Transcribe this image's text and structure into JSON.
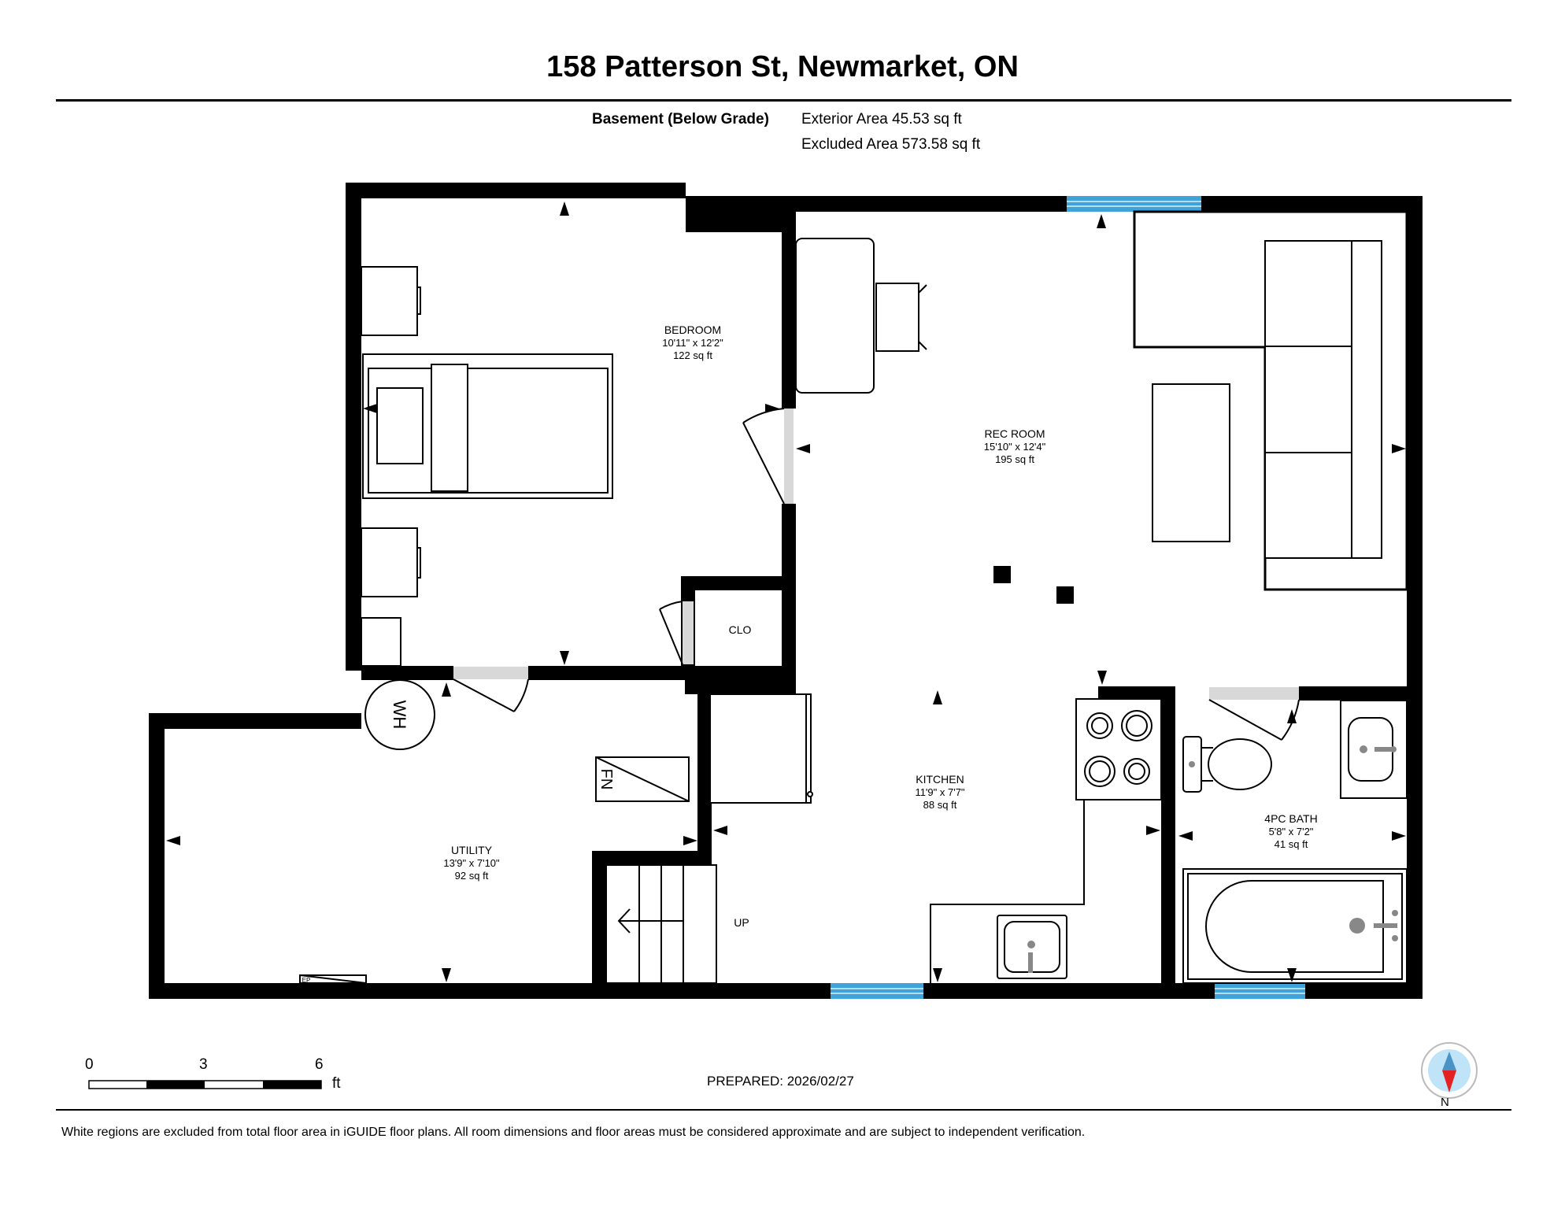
{
  "title": "158 Patterson St, Newmarket, ON",
  "level_label": "Basement (Below Grade)",
  "exterior_area": "Exterior Area 45.53 sq ft",
  "excluded_area": "Excluded Area 573.58 sq ft",
  "rooms": {
    "bedroom": {
      "name": "BEDROOM",
      "dims": "10'11\" x 12'2\"",
      "area": "122 sq ft"
    },
    "rec_room": {
      "name": "REC ROOM",
      "dims": "15'10\" x 12'4\"",
      "area": "195 sq ft"
    },
    "kitchen": {
      "name": "KITCHEN",
      "dims": "11'9\" x 7'7\"",
      "area": "88 sq ft"
    },
    "utility": {
      "name": "UTILITY",
      "dims": "13'9\" x 7'10\"",
      "area": "92 sq ft"
    },
    "bath": {
      "name": "4PC BATH",
      "dims": "5'8\" x 7'2\"",
      "area": "41 sq ft"
    },
    "closet": {
      "name": "CLO"
    }
  },
  "fixtures": {
    "water_heater": "WH",
    "furnace": "FN",
    "stairs": "UP",
    "electrical_panel": "EP"
  },
  "scale": {
    "ticks": [
      "0",
      "3",
      "6"
    ],
    "unit": "ft"
  },
  "prepared": "PREPARED: 2026/02/27",
  "compass": {
    "label": "N",
    "icon": "compass-north-icon"
  },
  "disclaimer": "White regions are excluded from total floor area in iGUIDE floor plans. All room dimensions and floor areas must be considered approximate and are subject to independent verification.",
  "colors": {
    "wall": "#000000",
    "window": "#3fa3d9",
    "door_opening": "#d0d0d0",
    "compass_fill": "#bfe3f7",
    "compass_arrow": "#e52222"
  }
}
